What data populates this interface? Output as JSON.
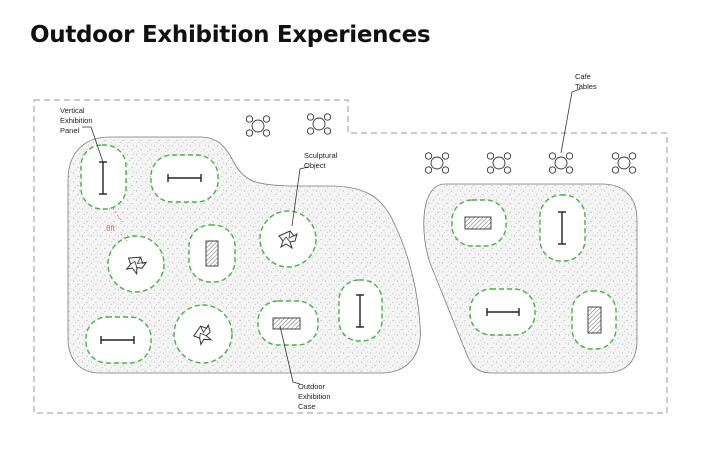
{
  "title": "Outdoor Exhibition Experiences",
  "labels": {
    "panel": "Vertical Exhibition Panel",
    "sculpture": "Sculptural Object",
    "cafe": "Cafe Tables",
    "case": "Outdoor Exhibition Case",
    "spacing": "6ft"
  },
  "colors": {
    "pad_outline": "#4cad4c",
    "dimension": "#e26a6a"
  }
}
